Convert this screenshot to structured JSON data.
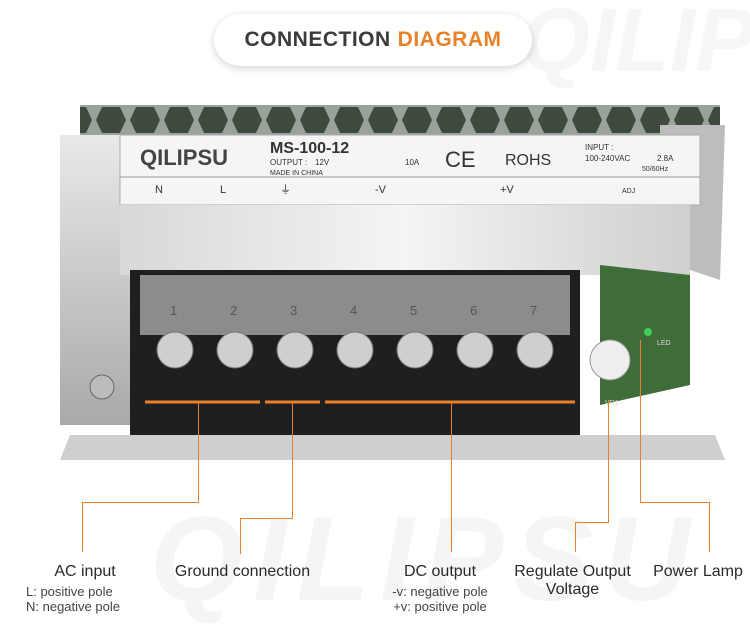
{
  "header": {
    "title_dark": "CONNECTION",
    "title_accent": "DIAGRAM"
  },
  "brand_watermark": "QILIPSU",
  "device": {
    "brand": "QILIPSU",
    "model": "MS-100-12",
    "output_label": "OUTPUT :",
    "output_voltage": "12V",
    "output_current": "10A",
    "made_in": "MADE IN CHINA",
    "ce": "CE",
    "rohs": "ROHS",
    "input_label": "INPUT :",
    "input_voltage": "100-240VAC",
    "input_current": "2.8A",
    "input_freq": "50/60Hz",
    "terminal_labels": [
      "N",
      "L",
      "⏚",
      "-V",
      "+V"
    ],
    "adj_label": "ADJ",
    "terminal_numbers": [
      "1",
      "2",
      "3",
      "4",
      "5",
      "6",
      "7"
    ],
    "led_label": "LED",
    "vr_label": "VR1"
  },
  "labels": {
    "ac": {
      "title": "AC input",
      "line1": "L: positive pole",
      "line2": "N: negative pole"
    },
    "ground": {
      "title": "Ground connection"
    },
    "dc": {
      "title": "DC  output",
      "line1": "-v: negative pole",
      "line2": "+v: positive pole"
    },
    "regulate": {
      "title_line1": "Regulate Output",
      "title_line2": "Voltage"
    },
    "lamp": {
      "title": "Power Lamp"
    }
  },
  "colors": {
    "accent": "#e8822a",
    "text": "#333333"
  }
}
